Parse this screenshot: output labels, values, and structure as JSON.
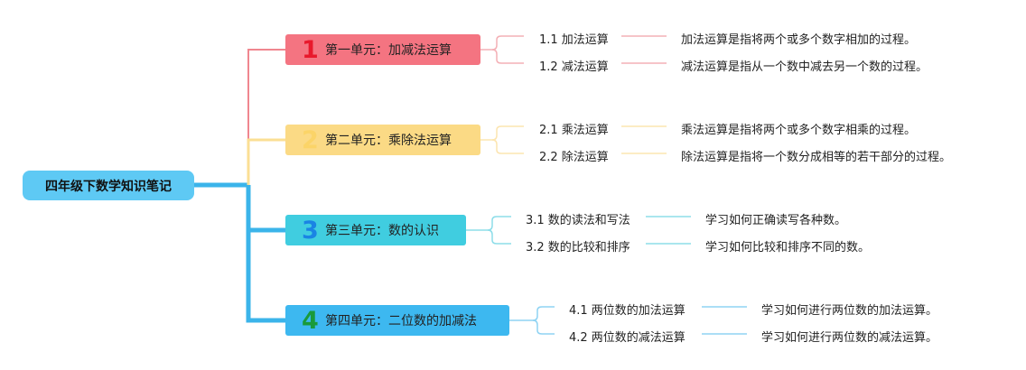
{
  "root": {
    "label": "四年级下数学知识笔记"
  },
  "units": [
    {
      "number": "1",
      "title": "第一单元：加减法运算",
      "box_color": "#f47481",
      "num_color": "#e8192c",
      "line_color": "#f08a92",
      "items": [
        {
          "label": "1.1 加法运算",
          "desc": "加法运算是指将两个或多个数字相加的过程。"
        },
        {
          "label": "1.2 减法运算",
          "desc": "减法运算是指从一个数中减去另一个数的过程。"
        }
      ]
    },
    {
      "number": "2",
      "title": "第二单元：乘除法运算",
      "box_color": "#fbda85",
      "num_color": "#fbd468",
      "line_color": "#fbe3a8",
      "items": [
        {
          "label": "2.1 乘法运算",
          "desc": "乘法运算是指将两个或多个数字相乘的过程。"
        },
        {
          "label": "2.2 除法运算",
          "desc": "除法运算是指将一个数分成相等的若干部分的过程。"
        }
      ]
    },
    {
      "number": "3",
      "title": "第三单元：数的认识",
      "box_color": "#40cde0",
      "num_color": "#1a84e4",
      "line_color": "#8ddde9",
      "items": [
        {
          "label": "3.1 数的读法和写法",
          "desc": "学习如何正确读写各种数。"
        },
        {
          "label": "3.2 数的比较和排序",
          "desc": "学习如何比较和排序不同的数。"
        }
      ]
    },
    {
      "number": "4",
      "title": "第四单元：二位数的加减法",
      "box_color": "#3db8f0",
      "num_color": "#1a9a3a",
      "line_color": "#8fd3f3",
      "items": [
        {
          "label": "4.1 两位数的加法运算",
          "desc": "学习如何进行两位数的加法运算。"
        },
        {
          "label": "4.2 两位数的减法运算",
          "desc": "学习如何进行两位数的减法运算。"
        }
      ]
    }
  ]
}
